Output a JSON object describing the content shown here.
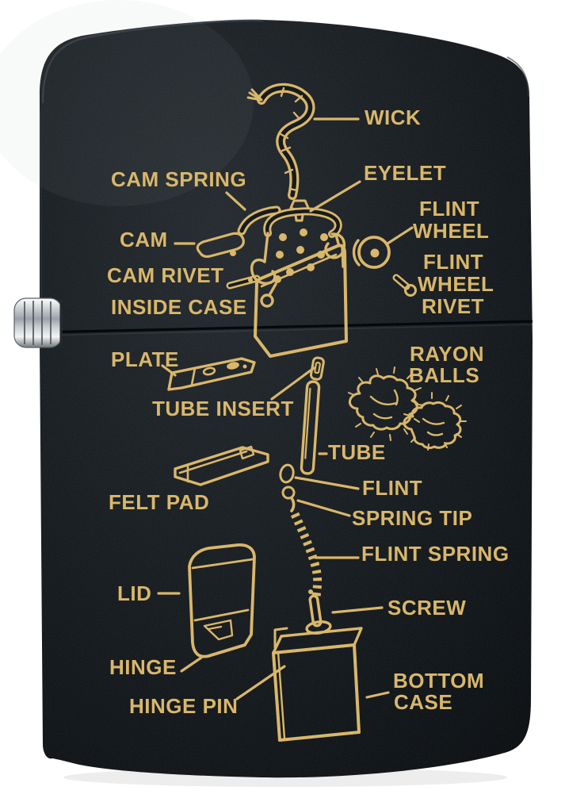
{
  "product": {
    "description_visible": "black matte lighter engraved with exploded parts diagram",
    "colors": {
      "engraving_gold": "#d9b76b",
      "body_black": "#171b1d",
      "chrome_hinge_light": "#f2f4f5",
      "chrome_hinge_dark": "#70777d",
      "background": "#ffffff"
    }
  },
  "labels": {
    "wick": "WICK",
    "eyelet": "EYELET",
    "cam_spring": "CAM SPRING",
    "cam": "CAM",
    "flint_wheel_line1": "FLINT",
    "flint_wheel_line2": "WHEEL",
    "cam_rivet": "CAM RIVET",
    "flint_wheel_rivet_line1": "FLINT",
    "flint_wheel_rivet_line2": "WHEEL",
    "flint_wheel_rivet_line3": "RIVET",
    "inside_case": "INSIDE CASE",
    "plate": "PLATE",
    "tube_insert": "TUBE INSERT",
    "rayon_balls_line1": "RAYON",
    "rayon_balls_line2": "BALLS",
    "tube": "TUBE",
    "felt_pad": "FELT PAD",
    "flint": "FLINT",
    "spring_tip": "SPRING TIP",
    "flint_spring": "FLINT SPRING",
    "lid": "LID",
    "screw": "SCREW",
    "hinge": "HINGE",
    "hinge_pin": "HINGE PIN",
    "bottom_case_line1": "BOTTOM",
    "bottom_case_line2": "CASE"
  },
  "illustrations": [
    "wick-illustration",
    "eyelet-illustration",
    "cam-spring-illustration",
    "cam-illustration",
    "flint-wheel-illustration",
    "cam-rivet-illustration",
    "flint-wheel-rivet-illustration",
    "inside-case-illustration",
    "plate-illustration",
    "tube-insert-illustration",
    "tube-illustration",
    "rayon-balls-illustration",
    "felt-pad-illustration",
    "flint-illustration",
    "spring-tip-illustration",
    "flint-spring-illustration",
    "screw-illustration",
    "lid-illustration",
    "bottom-case-illustration",
    "chrome-hinge-hardware",
    "lid-seam"
  ]
}
